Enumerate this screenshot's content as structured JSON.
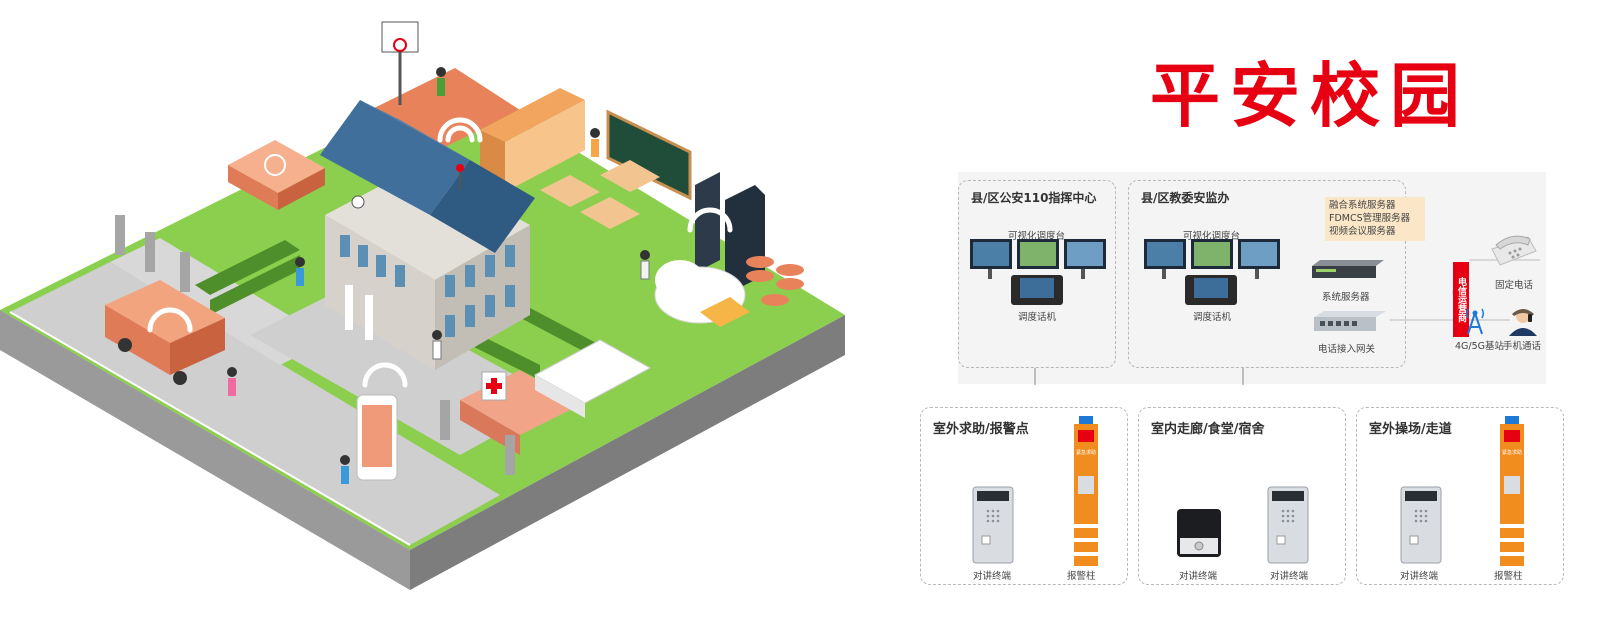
{
  "headline": "平安校园",
  "colors": {
    "accent_red": "#e60012",
    "campus_green": "#7cc242",
    "road_grey": "#c9c9c9",
    "alarm_orange": "#f18d1e"
  },
  "top_panels": [
    {
      "title": "县/区公安110指挥中心",
      "console_label": "可视化调度台",
      "phone_label": "调度话机"
    },
    {
      "title": "县/区教委安监办",
      "console_label": "可视化调度台",
      "phone_label": "调度话机",
      "servers": [
        "融合系统服务器",
        "FDMCS管理服务器",
        "视频会议服务器"
      ],
      "system_server_label": "系统服务器",
      "gateway_label": "电话接入网关"
    }
  ],
  "telecom_label": "电信运营商",
  "external": {
    "fixed_phone_label": "固定电话",
    "base_station_label": "4G/5G基站",
    "mobile_label": "手机通话"
  },
  "bottom_panels": [
    {
      "title": "室外求助/报警点",
      "devices": [
        "对讲终端",
        "报警柱"
      ]
    },
    {
      "title": "室内走廊/食堂/宿舍",
      "devices": [
        "对讲终端",
        "对讲终端"
      ]
    },
    {
      "title": "室外操场/走道",
      "devices": [
        "对讲终端",
        "报警柱"
      ]
    }
  ],
  "alarm_pillar_text": "紧急求助"
}
